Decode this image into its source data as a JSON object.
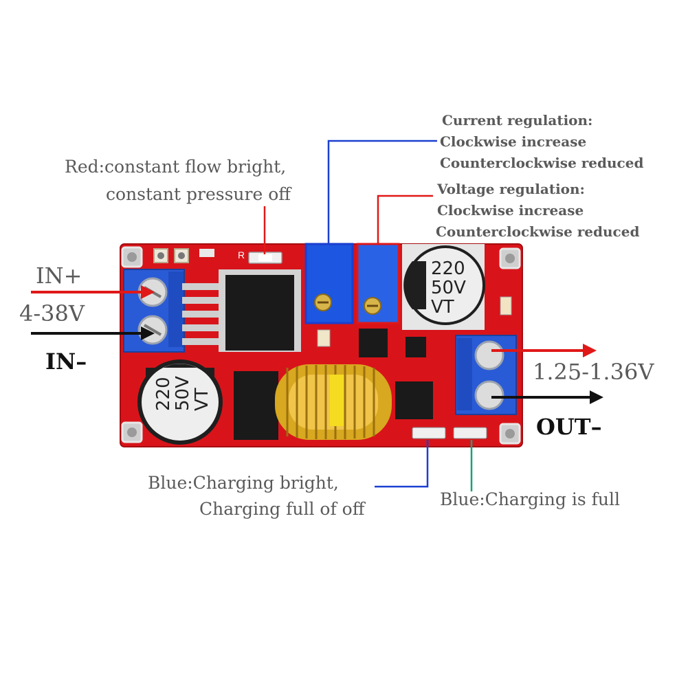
{
  "labels": {
    "in_plus": "IN+",
    "in_voltage": "4-38V",
    "in_minus": "IN–",
    "out_voltage": "1.25-1.36V",
    "out_minus": "OUT–",
    "red_led_line1": "Red:constant flow bright,",
    "red_led_line2": "constant pressure off",
    "current_reg_line1": "Current regulation:",
    "current_reg_line2": "Clockwise increase",
    "current_reg_line3": "Counterclockwise reduced",
    "voltage_reg_line1": "Voltage regulation:",
    "voltage_reg_line2": "Clockwise increase",
    "voltage_reg_line3": "Counterclockwise reduced",
    "blue_led1_line1": "Blue:Charging bright,",
    "blue_led1_line2": "Charging full of off",
    "blue_led2_line1": "Blue:Charging is full"
  },
  "components": {
    "capacitor_value": "220",
    "capacitor_rating": "50V",
    "capacitor_series": "VT",
    "led_r_label": "R"
  },
  "colors": {
    "pcb": "#d8141a",
    "terminal": "#2a5bd6",
    "current_pointer": "#1a3fd0",
    "voltage_pointer": "#e01818",
    "green_pointer": "#1aa07a",
    "text_gray": "#5a5a5a"
  }
}
